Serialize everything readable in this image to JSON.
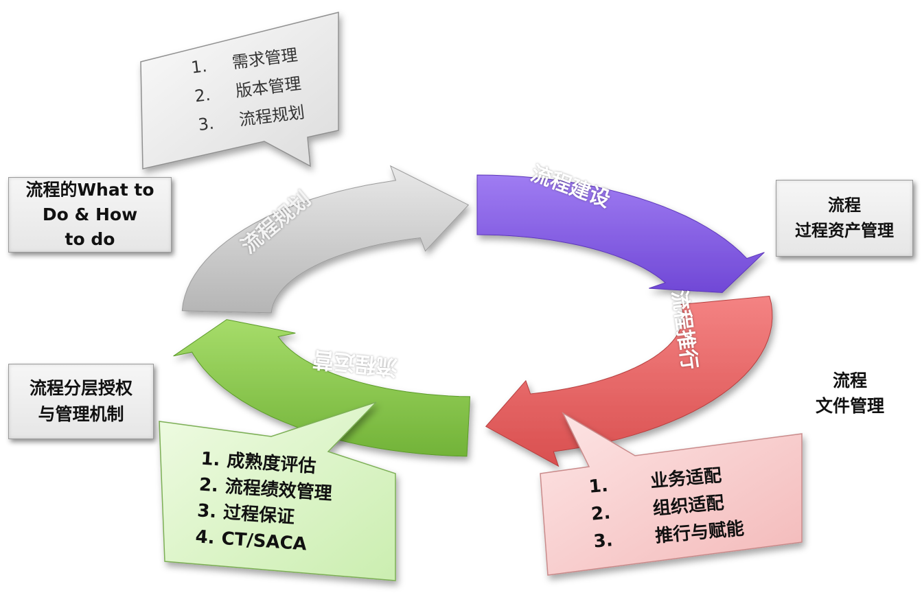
{
  "diagram": {
    "cycle_stages": [
      {
        "label": "流程规划",
        "color": "#c9c9c9"
      },
      {
        "label": "流程建设",
        "color": "#8a62e6"
      },
      {
        "label": "流程推行",
        "color": "#ec6b6b"
      },
      {
        "label": "流程运营",
        "color": "#8ccb4c"
      }
    ],
    "plan_callout": {
      "items": [
        {
          "num": "1.",
          "text": "需求管理"
        },
        {
          "num": "2.",
          "text": "版本管理"
        },
        {
          "num": "3.",
          "text": "流程规划"
        }
      ]
    },
    "ops_callout": {
      "items": [
        {
          "num": "1.",
          "text": "成熟度评估"
        },
        {
          "num": "2.",
          "text": "流程绩效管理"
        },
        {
          "num": "3.",
          "text": "过程保证"
        },
        {
          "num": "4.",
          "text": "CT/SACA"
        }
      ]
    },
    "promo_callout": {
      "items": [
        {
          "num": "1.",
          "text": "业务适配"
        },
        {
          "num": "2.",
          "text": "组织适配"
        },
        {
          "num": "3.",
          "text": "推行与赋能"
        }
      ]
    },
    "what_box": {
      "lines": [
        "流程的What to",
        "Do & How",
        "to do"
      ]
    },
    "auth_box": {
      "lines": [
        "流程分层授权",
        "与管理机制"
      ]
    },
    "asset_box": {
      "lines": [
        "流程",
        "过程资产管理"
      ]
    },
    "file_label": {
      "lines": [
        "流程",
        "文件管理"
      ]
    }
  }
}
